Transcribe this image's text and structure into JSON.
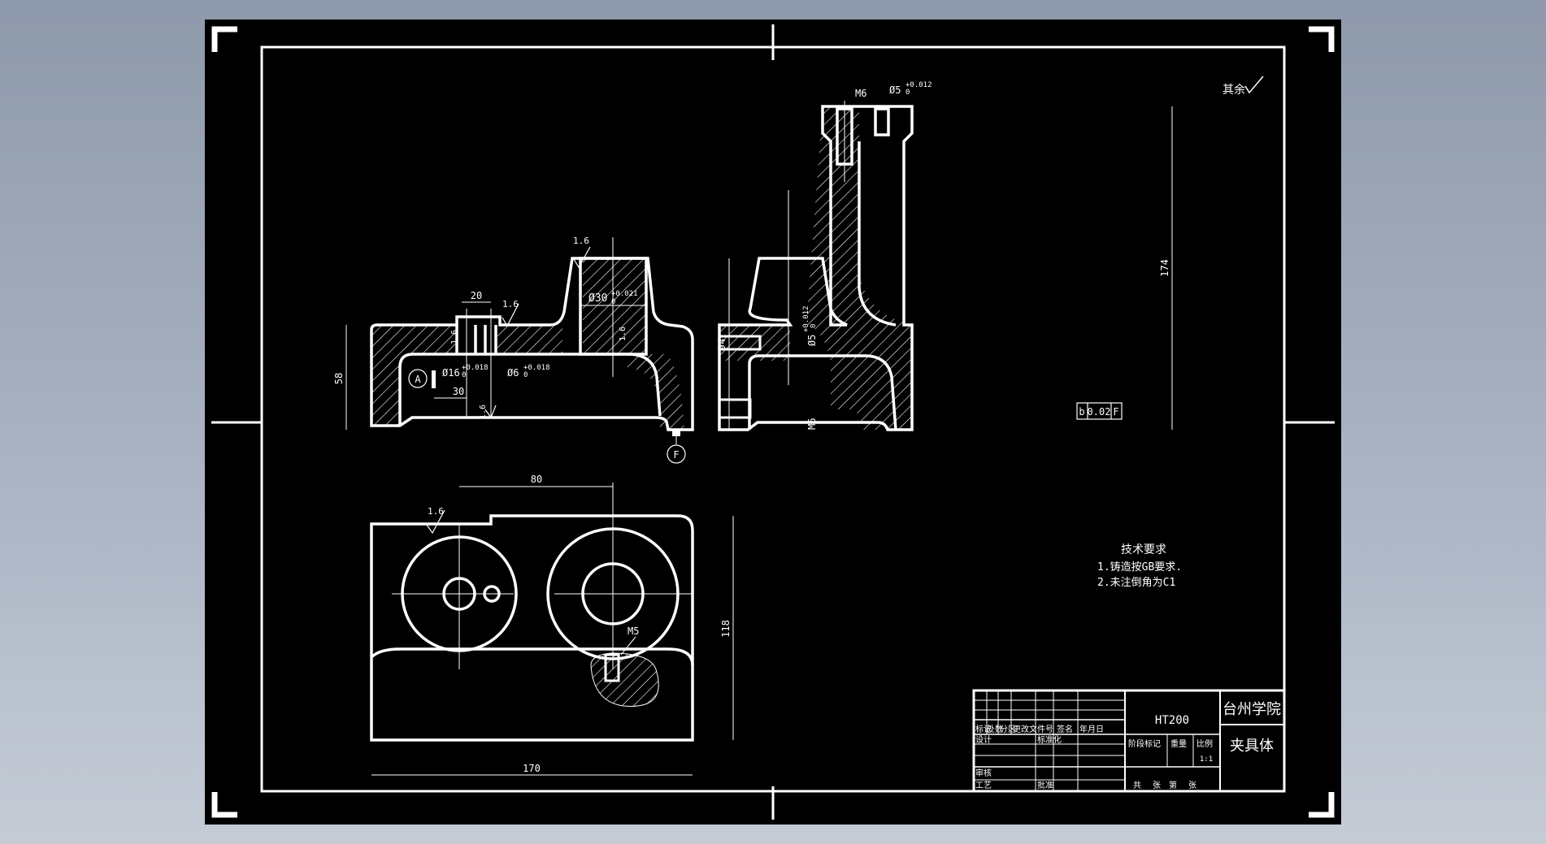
{
  "colors": {
    "background_gradient_top": "#8e99ab",
    "background_gradient_bottom": "#c5ccd6",
    "sheet": "#000000",
    "lines": "#ffffff"
  },
  "surface_finish_note": "其余",
  "front_view": {
    "roughness": [
      "1.6",
      "1.6",
      "1.6",
      "1.6",
      "1.6"
    ],
    "dims": {
      "width_top": "20",
      "height_left": "58",
      "height_total": "94",
      "offset": "30"
    },
    "bore_main": {
      "dia": "Ø30",
      "tol": "+0.021",
      "tol_low": "0"
    },
    "bore_small": {
      "dia": "Ø16",
      "tol": "+0.018",
      "tol_low": "0"
    },
    "bore_pin": {
      "dia": "Ø6",
      "tol": "+0.018",
      "tol_low": "0"
    },
    "datum_a": "A",
    "datum_f": "F"
  },
  "side_view": {
    "thread_top": "M6",
    "thread_bottom": "M6",
    "bore_top": {
      "dia": "Ø5",
      "tol": "+0.012",
      "tol_low": "0"
    },
    "bore_side": {
      "dia": "Ø5",
      "tol": "+0.012",
      "tol_low": "0"
    },
    "height": "174",
    "tolerance_frame": [
      "b",
      "0.02",
      "F"
    ]
  },
  "top_view": {
    "roughness": "1.6",
    "dims": {
      "hole_spacing": "80",
      "depth": "118",
      "length": "170"
    },
    "thread": "M5"
  },
  "tech_requirements": {
    "title": "技术要求",
    "items": [
      "1.铸造按GB要求.",
      "2.未注倒角为C1"
    ]
  },
  "title_block": {
    "material": "HT200",
    "school": "台州学院",
    "part_name": "夹具体",
    "scale_value": "1:1",
    "row_labels": [
      "标记",
      "处数",
      "分区",
      "更改文件号",
      "签名",
      "年月日"
    ],
    "designer_label": "设计",
    "standardize_label": "标准化",
    "review_label": "审核",
    "process_label": "工艺",
    "approve_label": "批准",
    "stage_labels": [
      "阶段标记",
      "重量",
      "比例"
    ],
    "sheet_labels": [
      "共",
      "张",
      "第",
      "张"
    ]
  }
}
